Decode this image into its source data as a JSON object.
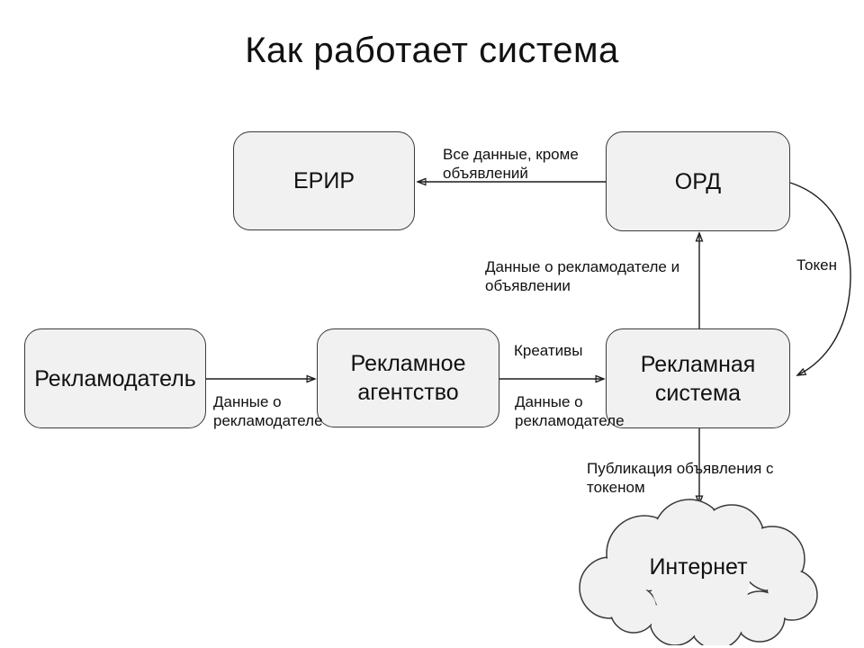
{
  "title": "Как работает система",
  "colors": {
    "background": "#ffffff",
    "text": "#111111",
    "box_fill": "#f1f1f2",
    "box_border": "#3a3a3a",
    "arrow": "#1c1c1c"
  },
  "nodes": {
    "erir": {
      "label": "ЕРИР"
    },
    "ord": {
      "label": "ОРД"
    },
    "advertiser": {
      "label": "Рекламодатель"
    },
    "agency": {
      "label": "Рекламное агентство"
    },
    "ad_system": {
      "label": "Рекламная система"
    },
    "internet": {
      "label": "Интернет"
    }
  },
  "edges": {
    "ord_to_erir": {
      "label": "Все данные, кроме объявлений"
    },
    "advertiser_to_agency": {
      "label": "Данные о рекламодателе"
    },
    "agency_to_ad_system_creatives": {
      "label": "Креативы"
    },
    "agency_to_ad_system_data": {
      "label": "Данные о рекламодателе"
    },
    "ad_system_to_ord": {
      "label": "Данные о рекламодателе и объявлении"
    },
    "ord_to_ad_system": {
      "label": "Токен"
    },
    "ad_system_to_internet": {
      "label": "Публикация объявления с токеном"
    }
  }
}
